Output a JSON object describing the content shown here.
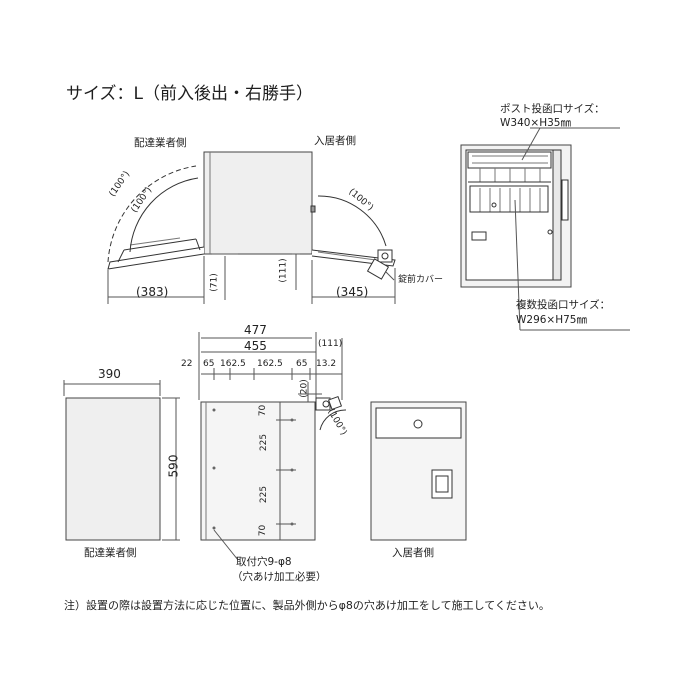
{
  "title": "サイズ：L（前入後出・右勝手）",
  "side_view": {
    "left_label": "配達業者側",
    "right_label": "入居者側",
    "angle_outer_left": "(100°)",
    "angle_inner_left": "(100°)",
    "angle_right": "(100°)",
    "dim_left": "(383)",
    "dim_71": "(71)",
    "dim_111": "(111)",
    "dim_right": "(345)",
    "hinge_cover": "錠前カバー"
  },
  "back_view": {
    "post_slot_label": "ポスト投函口サイズ：",
    "post_slot_size": "W340×H35㎜",
    "multi_slot_label": "複数投函口サイズ：",
    "multi_slot_size": "W296×H75㎜"
  },
  "front_views": {
    "dim_390": "390",
    "dim_590": "590",
    "dim_477": "477",
    "dim_455": "455",
    "dim_111": "(111)",
    "dim_22": "22",
    "dim_65a": "65",
    "dim_1625a": "162.5",
    "dim_1625b": "162.5",
    "dim_65b": "65",
    "dim_132": "13.2",
    "dim_20": "(20)",
    "dim_70a": "70",
    "dim_225a": "225",
    "dim_225b": "225",
    "dim_70b": "70",
    "angle": "(100°)",
    "left_caption": "配達業者側",
    "right_caption": "入居者側",
    "mount_hole": "取付穴9-φ8",
    "mount_hole_note": "（穴あけ加工必要）"
  },
  "footnote": "注）設置の際は設置方法に応じた位置に、製品外側からφ8の穴あけ加工をして施工してください。"
}
